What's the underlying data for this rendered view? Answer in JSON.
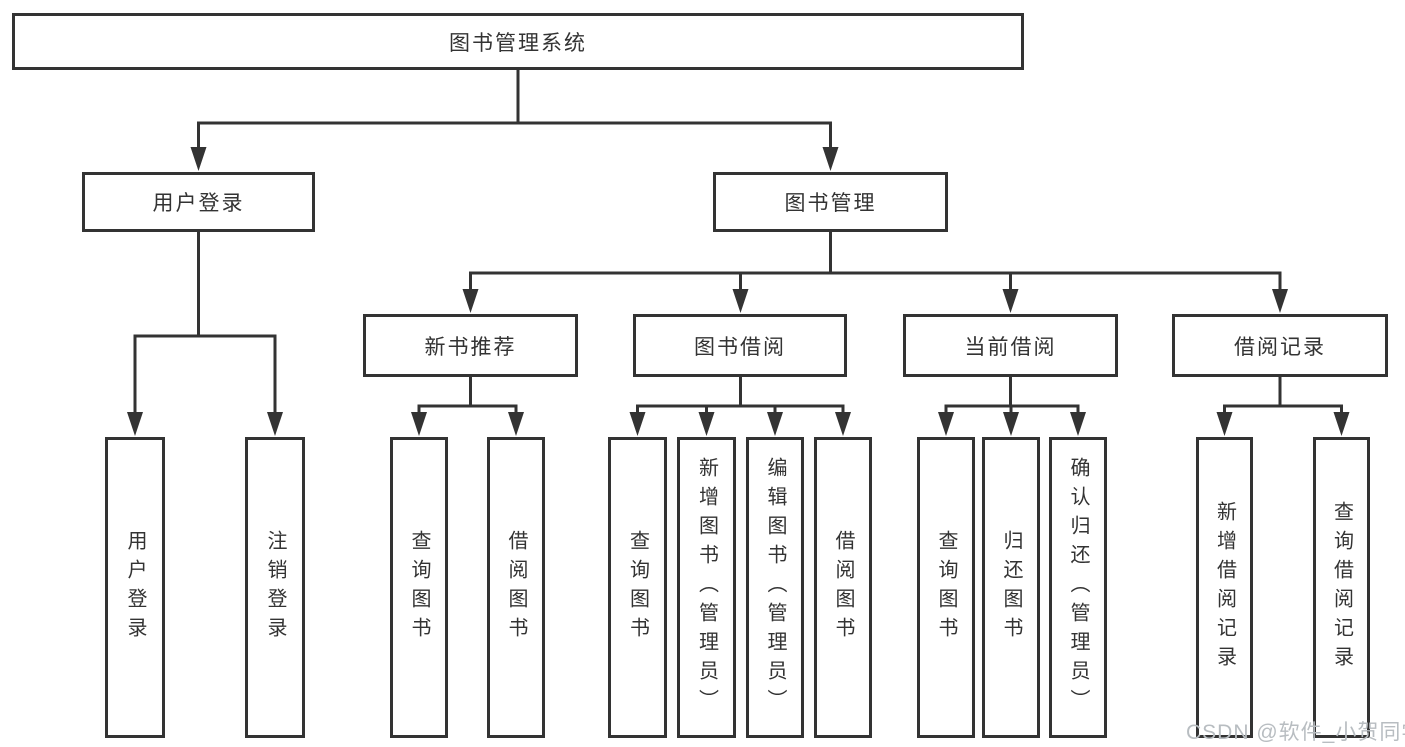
{
  "tree": {
    "label": "图书管理系统",
    "children": [
      {
        "label": "用户登录",
        "children": [
          {
            "label": "用户登录"
          },
          {
            "label": "注销登录"
          }
        ]
      },
      {
        "label": "图书管理",
        "children": [
          {
            "label": "新书推荐",
            "children": [
              {
                "label": "查询图书"
              },
              {
                "label": "借阅图书"
              }
            ]
          },
          {
            "label": "图书借阅",
            "children": [
              {
                "label": "查询图书"
              },
              {
                "label": "新增图书（管理员）"
              },
              {
                "label": "编辑图书（管理员）"
              },
              {
                "label": "借阅图书"
              }
            ]
          },
          {
            "label": "当前借阅",
            "children": [
              {
                "label": "查询图书"
              },
              {
                "label": "归还图书"
              },
              {
                "label": "确认归还（管理员）"
              }
            ]
          },
          {
            "label": "借阅记录",
            "children": [
              {
                "label": "新增借阅记录"
              },
              {
                "label": "查询借阅记录"
              }
            ]
          }
        ]
      }
    ]
  },
  "watermark": {
    "text": "CSDN @软件_小贺同学"
  },
  "colors": {
    "line": "#333333",
    "box_border": "#333333",
    "box_fill": "#ffffff",
    "text": "#333333",
    "watermark": "#b8bdc1",
    "background": "#ffffff"
  }
}
